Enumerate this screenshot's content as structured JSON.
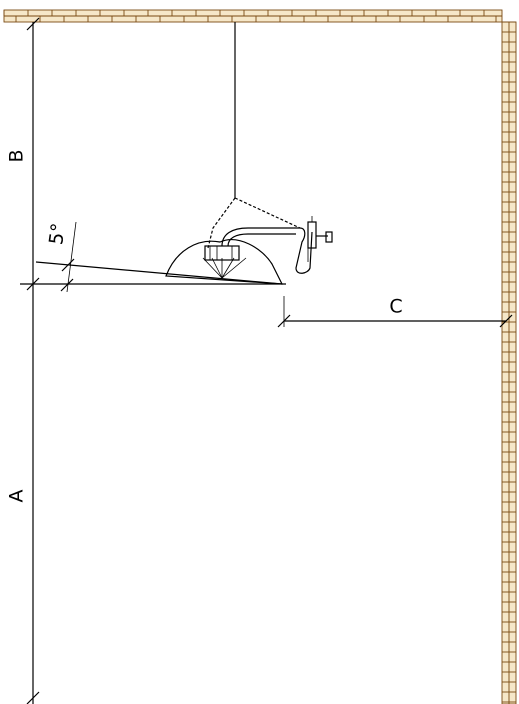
{
  "labels": {
    "a": "A",
    "b": "B",
    "c": "C",
    "angle": "5°"
  },
  "colors": {
    "brick_line": "#7a4a12",
    "brick_fill": "#f6e7c8",
    "ink": "#000000"
  }
}
